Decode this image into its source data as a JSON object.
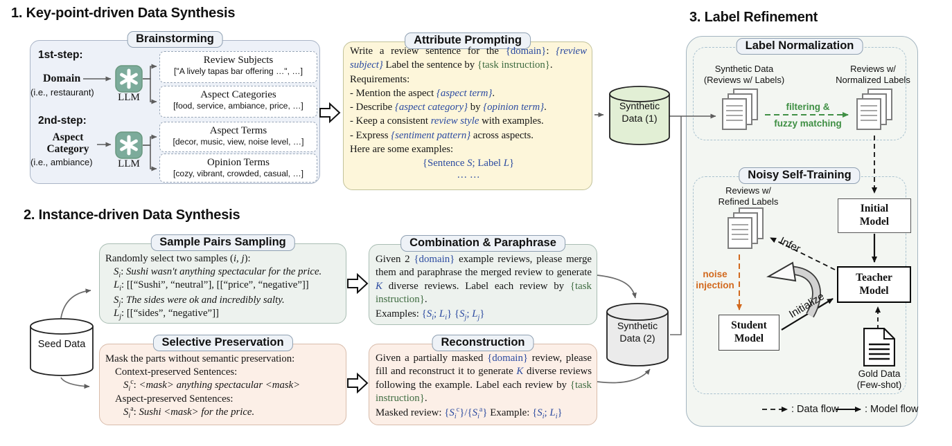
{
  "colors": {
    "placeholder_blue": "#2b4aa0",
    "instruction_green": "#3e6b40",
    "match_green": "#3f8f44",
    "noise_orange": "#d2691e",
    "synth1_fill": "#e2efd5",
    "synth2_fill": "#ebebeb",
    "section1_bg": "#edf1f8",
    "prompt_yellow_bg": "#fdf6da",
    "pair_green_bg": "#edf2ee",
    "mask_pink_bg": "#fcefe7",
    "panel_bg": "#f3f6f2"
  },
  "icons": {
    "llm": "openai-logo",
    "docs_stack": "stacked-documents",
    "doc": "document-page",
    "block_arrow": "hollow-right-arrow",
    "cycle": "curved-refresh-arrow"
  },
  "titles": {
    "s1": "1. Key-point-driven Data Synthesis",
    "s2": "2. Instance-driven Data Synthesis",
    "s3": "3. Label Refinement"
  },
  "badges": {
    "brainstorming": "Brainstorming",
    "attribute": "Attribute Prompting",
    "sample": "Sample Pairs Sampling",
    "combination": "Combination & Paraphrase",
    "selective": "Selective Preservation",
    "reconstruction": "Reconstruction",
    "labelnorm": "Label Normalization",
    "noisy": "Noisy Self-Training"
  },
  "brainstorm": {
    "step1": "1st-step:",
    "step2": "2nd-step:",
    "domain": "Domain",
    "domain_eg": "(i.e., restaurant)",
    "aspect1": "Aspect",
    "aspect2": "Category",
    "aspect_eg": "(i.e., ambiance)",
    "llm": "LLM",
    "outputs": [
      {
        "title": "Review Subjects",
        "list": "[\"A lively tapas bar offering …\", …]"
      },
      {
        "title": "Aspect Categories",
        "list": "[food, service, ambiance, price, …]"
      },
      {
        "title": "Aspect Terms",
        "list": "[decor, music, view, noise level, …]"
      },
      {
        "title": "Opinion Terms",
        "list": "[cozy, vibrant, crowded, casual, …]"
      }
    ]
  },
  "attribute": {
    "p1": [
      {
        "t": "Write a review sentence for the "
      },
      {
        "t": "{domain}",
        "c": "b"
      },
      {
        "t": ": "
      },
      {
        "t": "{review subject}",
        "c": "bi"
      },
      {
        "t": " Label the sentence by "
      },
      {
        "t": "{task instruction}",
        "c": "g"
      },
      {
        "t": "."
      }
    ],
    "p2": [
      {
        "t": "Requirements:"
      }
    ],
    "p3": [
      {
        "t": " - Mention the aspect "
      },
      {
        "t": "{aspect term}",
        "c": "bi"
      },
      {
        "t": "."
      }
    ],
    "p4": [
      {
        "t": " - Describe "
      },
      {
        "t": "{aspect category}",
        "c": "bi"
      },
      {
        "t": " by "
      },
      {
        "t": "{opinion term}",
        "c": "bi"
      },
      {
        "t": "."
      }
    ],
    "p5": [
      {
        "t": " - Keep a consistent "
      },
      {
        "t": "review style",
        "c": "bi"
      },
      {
        "t": " with examples."
      }
    ],
    "p6": [
      {
        "t": " - Express "
      },
      {
        "t": "{sentiment pattern}",
        "c": "bi"
      },
      {
        "t": " across aspects."
      }
    ],
    "p7": [
      {
        "t": "Here are some examples:"
      }
    ],
    "p8": [
      {
        "t": "{Sentence ",
        "c": "b"
      },
      {
        "t": "S",
        "c": "bi"
      },
      {
        "t": "; Label ",
        "c": "b"
      },
      {
        "t": "L",
        "c": "bi"
      },
      {
        "t": "}",
        "c": "b"
      }
    ],
    "p9": [
      {
        "t": "… …",
        "c": "b"
      }
    ]
  },
  "sample": {
    "l1": [
      {
        "t": "Randomly select two samples ("
      },
      {
        "t": "i, j",
        "c": "i"
      },
      {
        "t": "):"
      }
    ],
    "l2": [
      {
        "t": "S",
        "c": "i"
      },
      {
        "t": "i",
        "c": "i",
        "sub": true
      },
      {
        "t": ": "
      },
      {
        "t": "Sushi wasn't anything spectacular for the price.",
        "c": "i"
      }
    ],
    "l3": [
      {
        "t": "L",
        "c": "i"
      },
      {
        "t": "i",
        "c": "i",
        "sub": true
      },
      {
        "t": ": [[“Sushi”, “neutral”], [[“price”, “negative”]]"
      }
    ],
    "l4": [
      {
        "t": "S",
        "c": "i"
      },
      {
        "t": "j",
        "c": "i",
        "sub": true
      },
      {
        "t": ": "
      },
      {
        "t": "The sides were ok and incredibly salty.",
        "c": "i"
      }
    ],
    "l5": [
      {
        "t": "L",
        "c": "i"
      },
      {
        "t": "j",
        "c": "i",
        "sub": true
      },
      {
        "t": ": [[“sides”, “negative”]]"
      }
    ]
  },
  "selective": {
    "l1": [
      {
        "t": "Mask the parts without semantic preservation:"
      }
    ],
    "l2": [
      {
        "t": "Context-preserved Sentences:"
      }
    ],
    "l3": [
      {
        "t": "S",
        "c": "i"
      },
      {
        "t": "i",
        "c": "i",
        "sub": true
      },
      {
        "t": "c",
        "sup": true
      },
      {
        "t": ": "
      },
      {
        "t": "<mask> anything spectacular <mask>",
        "c": "i"
      }
    ],
    "l4": [
      {
        "t": "Aspect-preserved Sentences:"
      }
    ],
    "l5": [
      {
        "t": "S",
        "c": "i"
      },
      {
        "t": "i",
        "c": "i",
        "sub": true
      },
      {
        "t": "a",
        "sup": true
      },
      {
        "t": ": "
      },
      {
        "t": "Sushi <mask> for the price.",
        "c": "i"
      }
    ]
  },
  "combination": {
    "p1": [
      {
        "t": "Given 2 "
      },
      {
        "t": "{domain}",
        "c": "b"
      },
      {
        "t": " example reviews, please merge them and paraphrase the merged review to generate "
      },
      {
        "t": "K",
        "c": "bi"
      },
      {
        "t": " diverse reviews. Label each review by "
      },
      {
        "t": "{task instruction}",
        "c": "g"
      },
      {
        "t": "."
      }
    ],
    "p2": [
      {
        "t": "Examples: "
      },
      {
        "t": "{",
        "c": "b"
      },
      {
        "t": "S",
        "c": "bi"
      },
      {
        "t": "i",
        "c": "bi",
        "sub": true
      },
      {
        "t": "; ",
        "c": "b"
      },
      {
        "t": "L",
        "c": "bi"
      },
      {
        "t": "i",
        "c": "bi",
        "sub": true
      },
      {
        "t": "}  ",
        "c": "b"
      },
      {
        "t": "{",
        "c": "b"
      },
      {
        "t": "S",
        "c": "bi"
      },
      {
        "t": "j",
        "c": "bi",
        "sub": true
      },
      {
        "t": "; ",
        "c": "b"
      },
      {
        "t": "L",
        "c": "bi"
      },
      {
        "t": "j",
        "c": "bi",
        "sub": true
      },
      {
        "t": "}",
        "c": "b"
      }
    ]
  },
  "reconstruction": {
    "p1": [
      {
        "t": "Given a partially masked "
      },
      {
        "t": "{domain}",
        "c": "b"
      },
      {
        "t": " review, please fill and reconstruct it to generate "
      },
      {
        "t": "K",
        "c": "bi"
      },
      {
        "t": " diverse reviews following the example. Label each review by "
      },
      {
        "t": "{task instruction}",
        "c": "g"
      },
      {
        "t": "."
      }
    ],
    "p2": [
      {
        "t": "Masked review: "
      },
      {
        "t": "{",
        "c": "b"
      },
      {
        "t": "S",
        "c": "bi"
      },
      {
        "t": "i",
        "c": "bi",
        "sub": true
      },
      {
        "t": "c",
        "c": "b",
        "sup": true
      },
      {
        "t": "}",
        "c": "b"
      },
      {
        "t": "/",
        "c": "b"
      },
      {
        "t": "{",
        "c": "b"
      },
      {
        "t": "S",
        "c": "bi"
      },
      {
        "t": "i",
        "c": "bi",
        "sub": true
      },
      {
        "t": "a",
        "c": "b",
        "sup": true
      },
      {
        "t": "}",
        "c": "b"
      },
      {
        "t": " Example: "
      },
      {
        "t": "{",
        "c": "b"
      },
      {
        "t": "S",
        "c": "bi"
      },
      {
        "t": "i",
        "c": "bi",
        "sub": true
      },
      {
        "t": "; ",
        "c": "b"
      },
      {
        "t": "L",
        "c": "bi"
      },
      {
        "t": "i",
        "c": "bi",
        "sub": true
      },
      {
        "t": "}",
        "c": "b"
      }
    ]
  },
  "cylinders": {
    "synth1": [
      "Synthetic",
      "Data (1)"
    ],
    "synth2": [
      "Synthetic",
      "Data (2)"
    ],
    "seed": "Seed Data"
  },
  "panel": {
    "norm": {
      "left1": "Synthetic Data",
      "left2": "(Reviews w/ Labels)",
      "right1": "Reviews w/",
      "right2": "Normalized Labels",
      "arrow1": "filtering &",
      "arrow2": "fuzzy matching"
    },
    "noisy": {
      "cap1": "Reviews w/",
      "cap2": "Refined Labels",
      "infer": "Infer",
      "initialize": "Initialize",
      "noise1": "noise",
      "noise2": "injection",
      "initial": [
        "Initial",
        "Model"
      ],
      "teacher": [
        "Teacher",
        "Model"
      ],
      "student": [
        "Student",
        "Model"
      ],
      "gold1": "Gold Data",
      "gold2": "(Few-shot)"
    },
    "legend": {
      "data_label": ": Data flow",
      "model_label": ": Model flow"
    }
  }
}
